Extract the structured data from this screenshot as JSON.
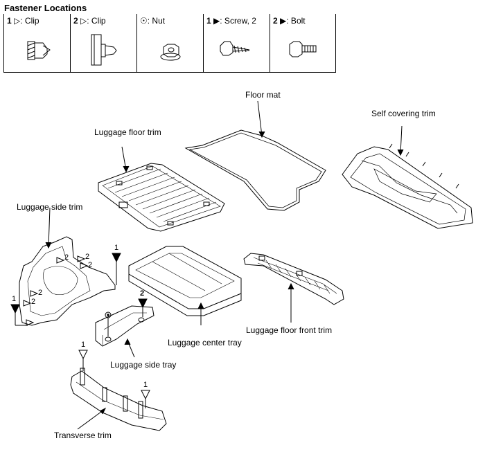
{
  "title": "Fastener Locations",
  "legend": [
    {
      "num": "1",
      "symbol": "outline-triangle",
      "text": ": Clip"
    },
    {
      "num": "2",
      "symbol": "outline-triangle",
      "text": ": Clip"
    },
    {
      "num": "",
      "symbol": "circle-dot",
      "text": ": Nut"
    },
    {
      "num": "1",
      "symbol": "solid-triangle",
      "text": ": Screw, 2"
    },
    {
      "num": "2",
      "symbol": "solid-triangle",
      "text": ": Bolt"
    }
  ],
  "parts": {
    "floor_mat": "Floor mat",
    "self_covering_trim": "Self covering trim",
    "luggage_floor_trim": "Luggage floor trim",
    "luggage_side_trim": "Luggage side trim",
    "luggage_center_tray": "Luggage center tray",
    "luggage_floor_front_trim": "Luggage floor front trim",
    "luggage_side_tray": "Luggage side tray",
    "transverse_trim": "Transverse trim"
  },
  "callouts": {
    "side_trim_clip_a": "2",
    "side_trim_clip_b": "2",
    "side_trim_clip_c": "2",
    "side_trim_clip_d": "2",
    "side_trim_clip_e": "2",
    "side_trim_screw": "1",
    "side_trim_left": "1",
    "side_tray_bolt": "2",
    "transverse_left": "1",
    "transverse_right": "1"
  }
}
